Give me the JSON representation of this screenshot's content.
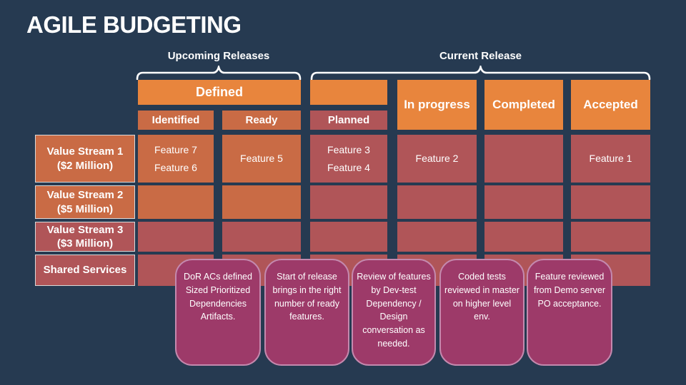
{
  "title": "AGILE BUDGETING",
  "colors": {
    "background": "#263A51",
    "orange_bright": "#E8853D",
    "orange_dark": "#C96B45",
    "maroon": "#B05558",
    "purple": "#9D3A69",
    "purple_border": "#C489AE",
    "header_border": "#D9D9D9",
    "brace": "#FFFFFF",
    "text": "#FFFFFF"
  },
  "groups": {
    "upcoming": "Upcoming Releases",
    "current": "Current Release"
  },
  "board": {
    "defined": "Defined",
    "subheaders": {
      "identified": "Identified",
      "ready": "Ready",
      "planned": "Planned"
    },
    "stage_headers": {
      "inprogress": "In progress",
      "completed": "Completed",
      "accepted": "Accepted"
    },
    "rows": [
      {
        "label": "Value Stream 1",
        "budget": "($2 Million)",
        "cells": {
          "identified": [
            "Feature 7",
            "Feature 6"
          ],
          "ready": [
            "Feature 5"
          ],
          "planned": [
            "Feature 3",
            "Feature 4"
          ],
          "inprogress": [
            "Feature 2"
          ],
          "completed": [],
          "accepted": [
            "Feature 1"
          ]
        }
      },
      {
        "label": "Value Stream 2",
        "budget": "($5 Million)",
        "cells": {
          "identified": [],
          "ready": [],
          "planned": [],
          "inprogress": [],
          "completed": [],
          "accepted": []
        }
      },
      {
        "label": "Value Stream 3",
        "budget": "($3 Million)",
        "cells": {
          "identified": [],
          "ready": [],
          "planned": [],
          "inprogress": [],
          "completed": [],
          "accepted": []
        }
      },
      {
        "label": "Shared Services",
        "budget": "",
        "cells": {
          "identified": [],
          "ready": [],
          "planned": [],
          "inprogress": [],
          "completed": [],
          "accepted": []
        }
      }
    ]
  },
  "notes": [
    "DoR ACs defined Sized Prioritized Dependencies Artifacts.",
    "Start of release brings in the right number of ready features.",
    "Review of features by Dev-test Dependency / Design conversation as needed.",
    "Coded tests reviewed in master on higher level env.",
    "Feature reviewed from Demo server PO acceptance."
  ]
}
